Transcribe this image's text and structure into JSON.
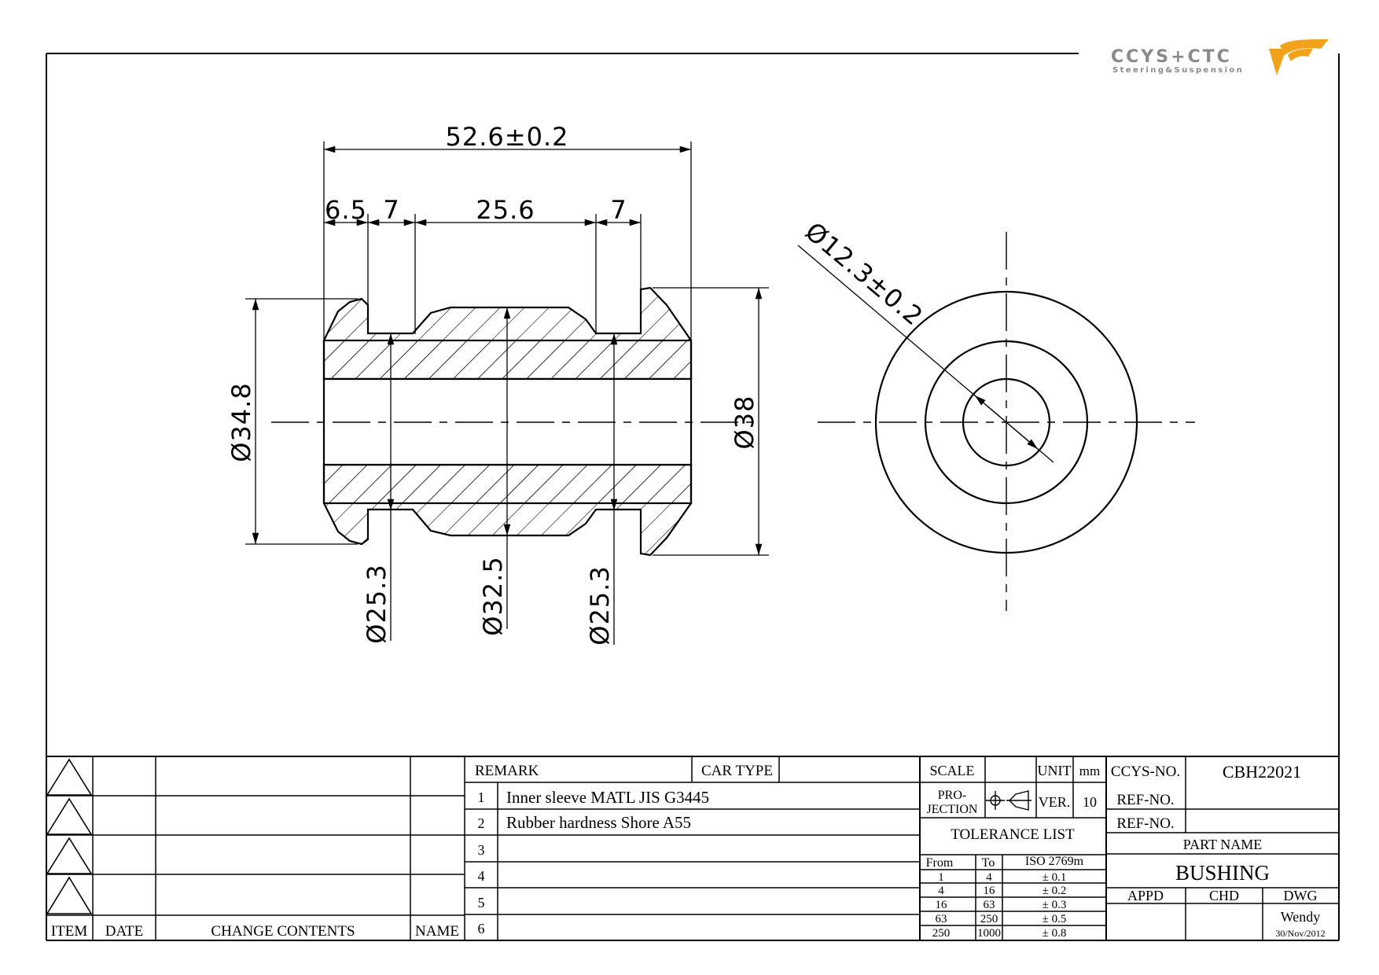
{
  "logo": {
    "brand": "CCYS+CTC",
    "tagline": "Steering&Suspension"
  },
  "dimensions": {
    "overall_length": "52.6±0.2",
    "flange_left": "6.5",
    "groove_left": "7",
    "center_width": "25.6",
    "groove_right": "7",
    "outer_dia_left": "Ø34.8",
    "outer_dia_right": "Ø38",
    "groove_dia_left": "Ø25.3",
    "center_dia": "Ø32.5",
    "groove_dia_right": "Ø25.3",
    "bore_dia": "Ø12.3±0.2"
  },
  "revision_table": {
    "headers": {
      "item": "ITEM",
      "date": "DATE",
      "change": "CHANGE CONTENTS",
      "name": "NAME"
    }
  },
  "remarks": {
    "header": "REMARK",
    "car_type_label": "CAR TYPE",
    "rows": [
      {
        "num": "1",
        "text": "Inner sleeve MATL JIS G3445"
      },
      {
        "num": "2",
        "text": "Rubber hardness Shore A55"
      },
      {
        "num": "3",
        "text": ""
      },
      {
        "num": "4",
        "text": ""
      },
      {
        "num": "5",
        "text": ""
      },
      {
        "num": "6",
        "text": ""
      }
    ]
  },
  "title_block": {
    "scale_label": "SCALE",
    "unit_label": "UNIT",
    "unit_value": "mm",
    "projection_label_1": "PRO-",
    "projection_label_2": "JECTION",
    "ver_label": "VER.",
    "ver_value": "10",
    "ccys_no_label": "CCYS-NO.",
    "ccys_no_value": "CBH22021",
    "ref_no_label_1": "REF-NO.",
    "ref_no_label_2": "REF-NO.",
    "part_name_label": "PART NAME",
    "part_name_value": "BUSHING",
    "appd_label": "APPD",
    "chd_label": "CHD",
    "dwg_label": "DWG",
    "drawn_by": "Wendy",
    "date": "30/Nov/2012"
  },
  "tolerance_list": {
    "title": "TOLERANCE LIST",
    "headers": {
      "from": "From",
      "to": "To",
      "iso": "ISO 2769m"
    },
    "rows": [
      {
        "from": "1",
        "to": "4",
        "tol": "± 0.1"
      },
      {
        "from": "4",
        "to": "16",
        "tol": "± 0.2"
      },
      {
        "from": "16",
        "to": "63",
        "tol": "± 0.3"
      },
      {
        "from": "63",
        "to": "250",
        "tol": "± 0.5"
      },
      {
        "from": "250",
        "to": "1000",
        "tol": "± 0.8"
      }
    ]
  }
}
